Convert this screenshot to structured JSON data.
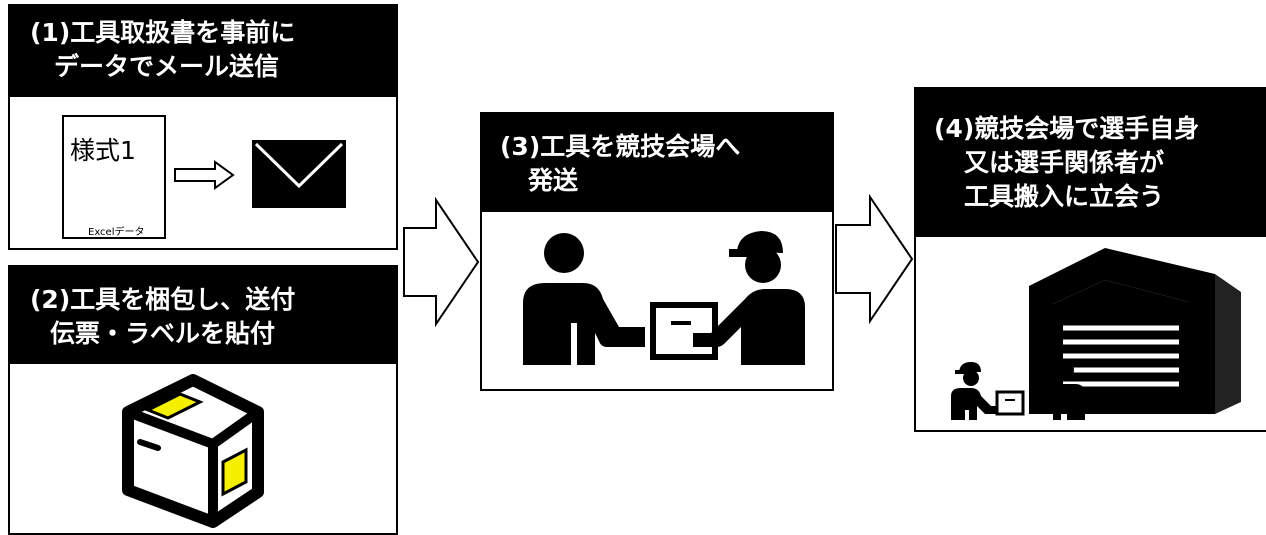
{
  "steps": [
    {
      "id": 1,
      "title_lines": [
        "(1)工具取扱書を事前に",
        "データでメール送信"
      ]
    },
    {
      "id": 2,
      "title_lines": [
        "(2)工具を梱包し、送付",
        "伝票・ラベルを貼付"
      ]
    },
    {
      "id": 3,
      "title_lines": [
        "(3)工具を競技会場へ",
        "発送"
      ]
    },
    {
      "id": 4,
      "title_lines": [
        "(4)競技会場で選手自身",
        "又は選手関係者が",
        "工具搬入に立会う"
      ]
    }
  ],
  "form_doc": {
    "label": "様式1",
    "footnote": "Excelデータ"
  },
  "icons": {
    "doc": "document-icon",
    "arrow": "right-arrow-icon",
    "mail": "envelope-icon",
    "box": "cardboard-box-icon",
    "handoff": "package-handoff-icon",
    "garage": "warehouse-delivery-icon",
    "flow_arrow": "flow-arrow-icon"
  },
  "colors": {
    "header_bg": "#000000",
    "label_yellow": "#f5ef00"
  }
}
